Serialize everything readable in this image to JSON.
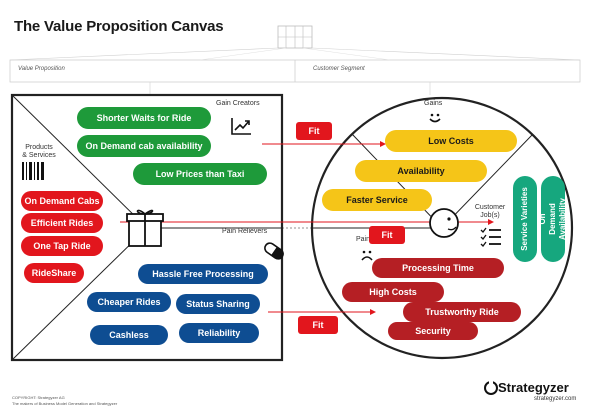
{
  "title": "The Value Proposition Canvas",
  "headers": {
    "value_proposition": "Value Proposition",
    "customer_segment": "Customer Segment"
  },
  "square": {
    "products_label": "Products\n& Services",
    "gain_creators_label": "Gain Creators",
    "pain_relievers_label": "Pain Relievers",
    "gain_creators": [
      "Shorter Waits for Ride",
      "On Demand cab availability",
      "Low Prices than Taxi"
    ],
    "products": [
      "On Demand Cabs",
      "Efficient Rides",
      "One Tap Ride",
      "RideShare"
    ],
    "pain_relievers": [
      "Hassle Free Processing",
      "Cheaper Rides",
      "Status Sharing",
      "Cashless",
      "Reliability"
    ]
  },
  "circle": {
    "gains_label": "Gains",
    "pains_label": "Pains",
    "jobs_label": "Customer\nJob(s)",
    "gains": [
      "Low Costs",
      "Availability",
      "Faster Service"
    ],
    "pains": [
      "Processing Time",
      "High Costs",
      "Trustworthy Ride",
      "Security"
    ],
    "jobs": [
      "Service Varieties",
      "On Demand\nAvailability"
    ]
  },
  "fit_labels": [
    "Fit",
    "Fit",
    "Fit"
  ],
  "footer": {
    "copyright": "COPYRIGHT: Strategyzer AG",
    "makers": "The makers of Business Model Generation and Strategyzer",
    "brand": "Strategyzer",
    "url": "strategyzer.com"
  },
  "colors": {
    "gain_creator": "#1e9a3a",
    "pain_reliever": "#0e4d92",
    "product": "#e2161d",
    "gain": "#f5c518",
    "pain": "#b51f24",
    "job": "#16a77e",
    "fit": "#e2161d"
  }
}
